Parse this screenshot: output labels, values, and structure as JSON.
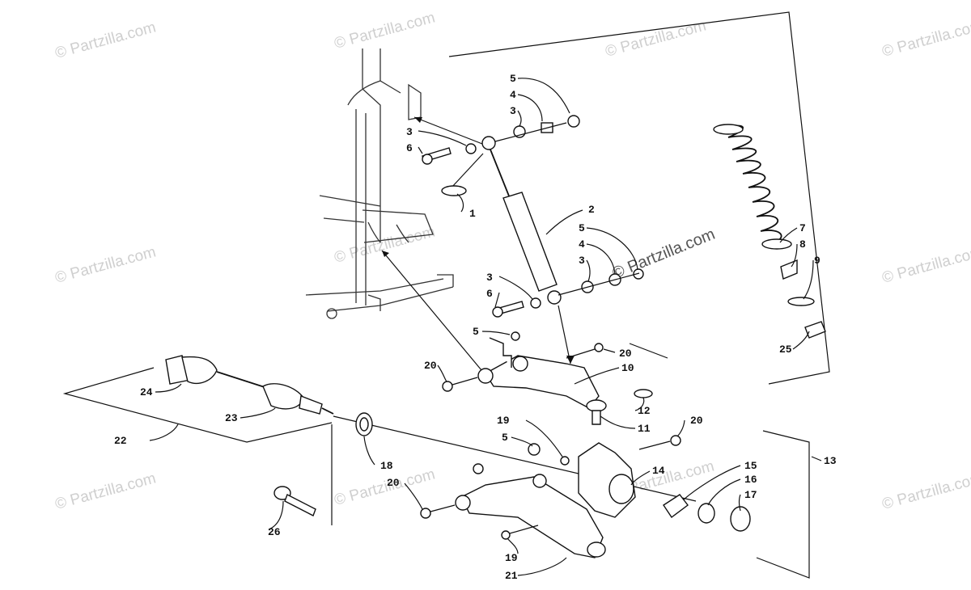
{
  "watermarks": [
    "© Partzilla.com",
    "© Partzilla.com",
    "© Partzilla.com",
    "© Partzilla.com",
    "© Partzilla.com",
    "© Partzilla.com",
    "© Partzilla.com",
    "© Partzilla.com",
    "© Partzilla.com",
    "© Partzilla.com",
    "© Partzilla.com",
    "© Partzilla.com"
  ],
  "callouts": {
    "c1": "1",
    "c2": "2",
    "c3a": "3",
    "c3b": "3",
    "c3c": "3",
    "c3d": "3",
    "c4a": "4",
    "c4b": "4",
    "c5a": "5",
    "c5b": "5",
    "c5c": "5",
    "c5d": "5",
    "c6a": "6",
    "c6b": "6",
    "c7": "7",
    "c8": "8",
    "c9": "9",
    "c10": "10",
    "c11": "11",
    "c12": "12",
    "c13": "13",
    "c14": "14",
    "c15": "15",
    "c16": "16",
    "c17": "17",
    "c18": "18",
    "c19a": "19",
    "c19b": "19",
    "c20a": "20",
    "c20b": "20",
    "c20c": "20",
    "c20d": "20",
    "c21": "21",
    "c22": "22",
    "c23": "23",
    "c24": "24",
    "c25": "25",
    "c26": "26"
  }
}
